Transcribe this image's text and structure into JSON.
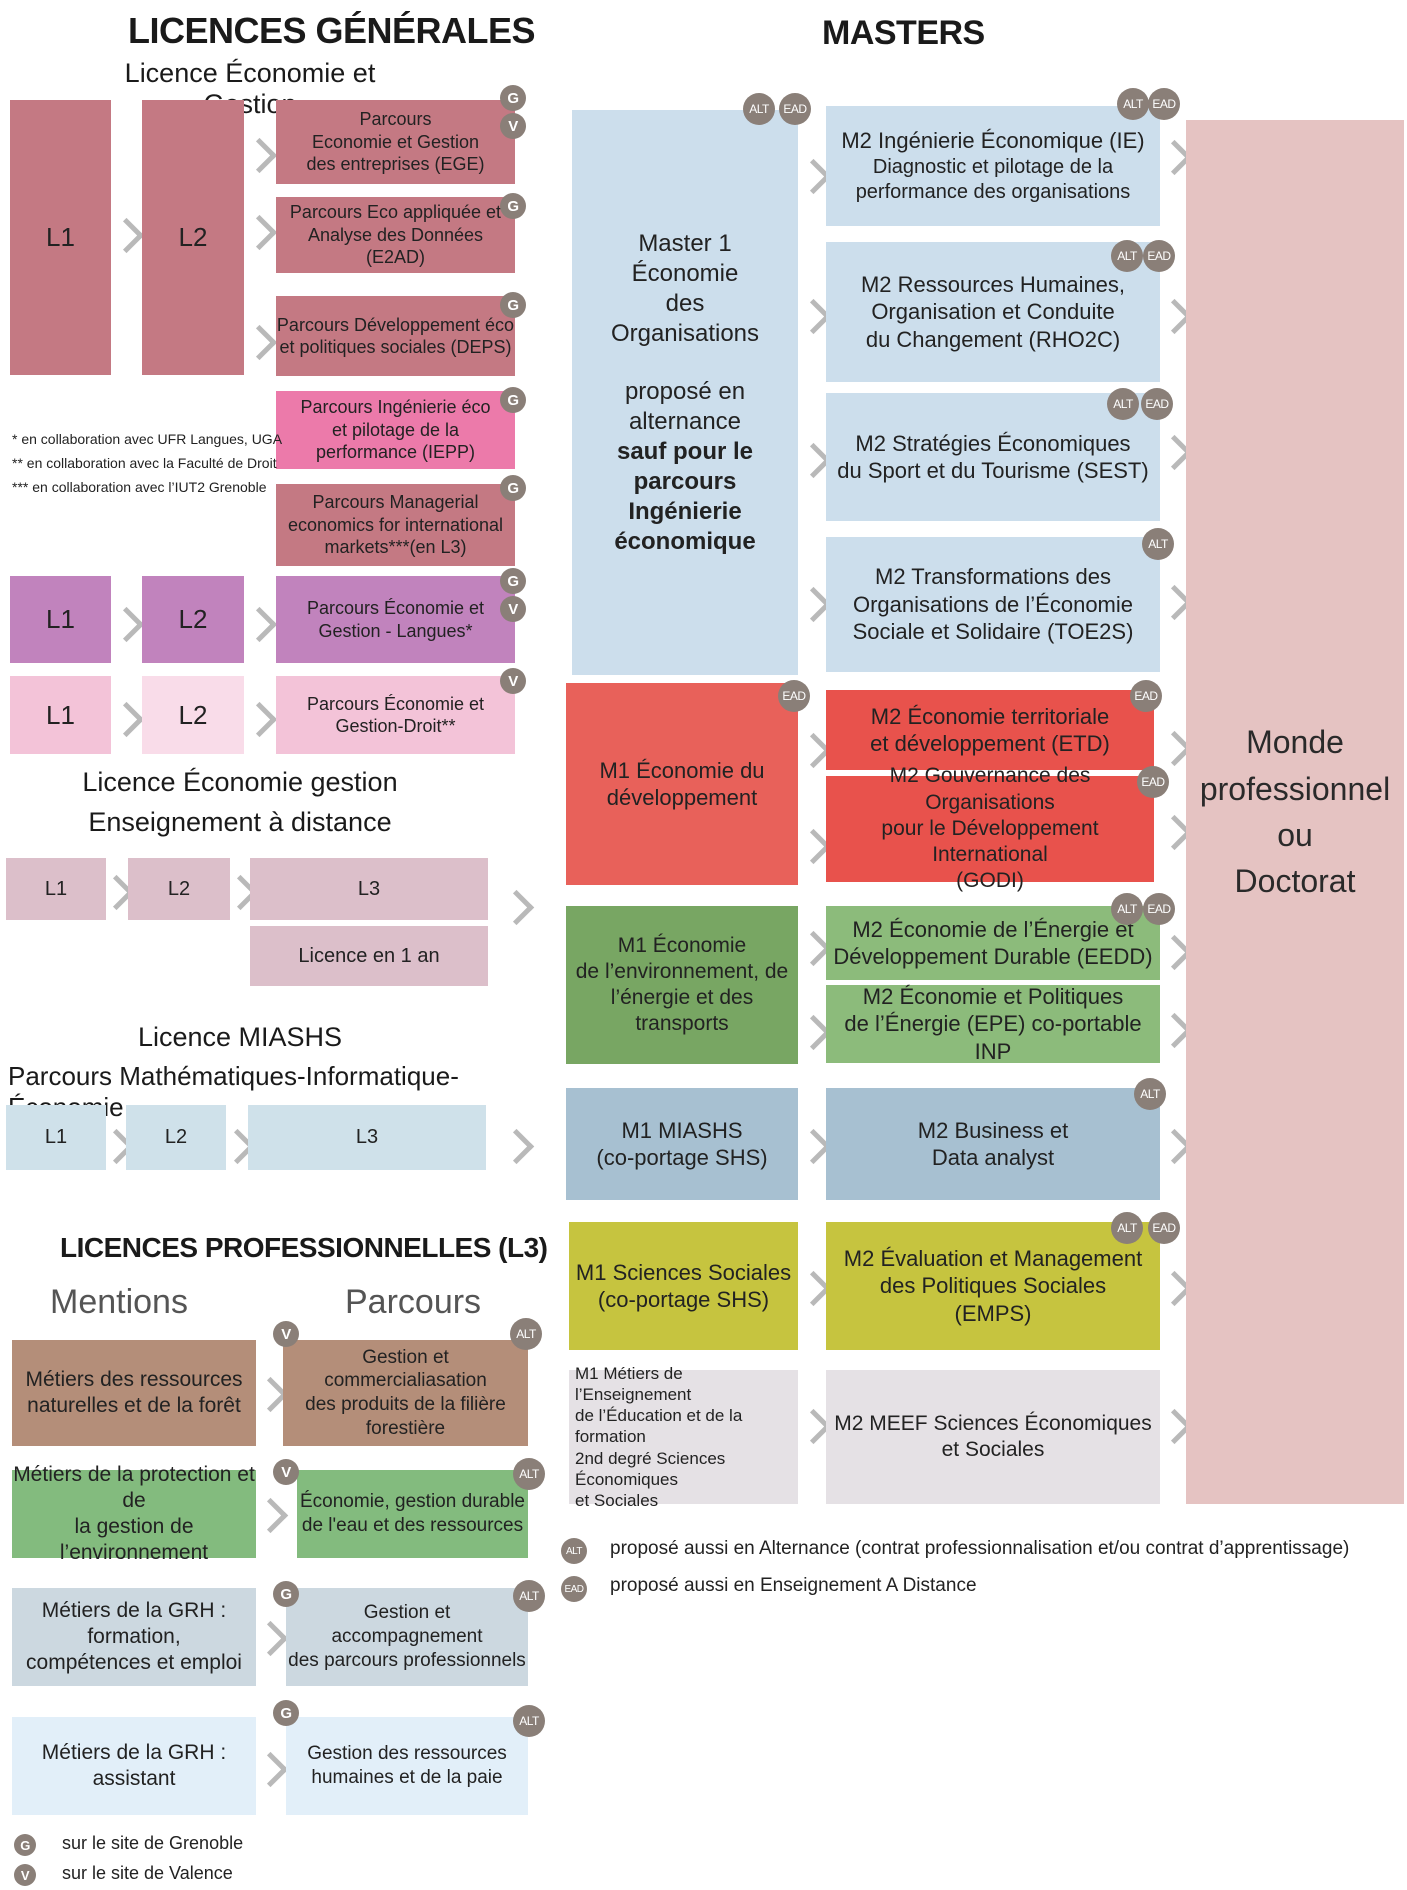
{
  "headers": {
    "licences_generales": "LICENCES GÉNÉRALES",
    "masters": "MASTERS",
    "licence_eg": "Licence  Économie et Gestion",
    "licence_ead_line1": "Licence  Économie gestion",
    "licence_ead_line2": "Enseignement à distance",
    "licence_miashs_line1": "Licence  MIASHS",
    "licence_miashs_line2": "Parcours Mathématiques-Informatique-Économie",
    "licences_pro": "LICENCES PROFESSIONNELLES  (L3)",
    "mentions": "Mentions",
    "parcours": "Parcours"
  },
  "badges": {
    "g": "G",
    "v": "V",
    "alt": "ALT",
    "ead": "EAD"
  },
  "licence": {
    "l1": "L1",
    "l2": "L2",
    "l3": "L3",
    "ege": [
      "Parcours",
      "Economie et Gestion",
      "des entreprises (EGE)"
    ],
    "e2ad": [
      "Parcours Eco appliquée et",
      "Analyse des Données (E2AD)"
    ],
    "deps": [
      "Parcours Développement éco",
      "et politiques sociales (DEPS)"
    ],
    "iepp": [
      "Parcours Ingénierie éco",
      "et pilotage de la",
      "performance (IEPP)"
    ],
    "managerial": [
      "Parcours Managerial",
      "economics for international",
      "markets***(en L3)"
    ],
    "langues": [
      "Parcours Économie et",
      "Gestion - Langues*"
    ],
    "droit": [
      "Parcours Économie et",
      "Gestion-Droit**"
    ],
    "licence_1an": "Licence en 1 an"
  },
  "notes": [
    "* en collaboration avec UFR Langues, UGA",
    "** en collaboration avec la Faculté de Droit",
    "*** en collaboration avec l’IUT2 Grenoble"
  ],
  "masters": {
    "m1_eo": [
      "Master 1",
      "Économie",
      "des",
      "Organisations",
      "",
      "proposé en",
      "alternance"
    ],
    "m1_eo_bold": [
      "sauf pour le",
      "parcours",
      "Ingénierie",
      "économique"
    ],
    "m2_ie": [
      "M2 Ingénierie Économique (IE)",
      "Diagnostic et pilotage de la",
      "performance des organisations"
    ],
    "m2_rho2c": [
      "M2 Ressources Humaines,",
      "Organisation et Conduite",
      "du Changement (RHO2C)"
    ],
    "m2_sest": [
      "M2 Stratégies Économiques",
      "du Sport et du Tourisme (SEST)"
    ],
    "m2_toe2s": [
      "M2 Transformations des",
      "Organisations de l’Économie",
      "Sociale et Solidaire (TOE2S)"
    ],
    "m1_dev": [
      "M1 Économie du",
      "développement"
    ],
    "m2_etd": [
      "M2 Économie territoriale",
      "et développement (ETD)"
    ],
    "m2_godi": [
      "M2  Gouvernance des Organisations",
      "pour le Développement International",
      "(GODI)"
    ],
    "m1_env": [
      "M1 Économie",
      "de l’environnement, de",
      "l’énergie et des transports"
    ],
    "m2_eedd": [
      "M2 Économie de l’Énergie et",
      "Développement Durable (EEDD)"
    ],
    "m2_epe": [
      "M2 Économie et Politiques",
      "de l’Énergie (EPE) co-portable INP"
    ],
    "m1_miashs": [
      "M1 MIASHS",
      "(co-portage SHS)"
    ],
    "m2_bda": [
      "M2 Business et",
      "Data analyst"
    ],
    "m1_ss": [
      "M1 Sciences Sociales",
      "(co-portage SHS)"
    ],
    "m2_emps": [
      "M2 Évaluation et Management",
      "des Politiques Sociales",
      "(EMPS)"
    ],
    "m1_meef": [
      "M1 Métiers de l’Enseignement",
      "de l’Éducation et de la formation",
      "2nd degré Sciences Économiques",
      "et Sociales"
    ],
    "m2_meef": [
      "M2 MEEF Sciences Économiques",
      "et Sociales"
    ],
    "monde": [
      "Monde",
      "professionnel",
      "ou",
      "Doctorat"
    ]
  },
  "pro": {
    "m_forets": [
      "Métiers des ressources",
      "naturelles et de la forêt"
    ],
    "p_forets": [
      "Gestion et commercialiasation",
      "des produits de la filière",
      "forestière"
    ],
    "m_env": [
      "Métiers de la protection et de",
      "la gestion de l’environnement"
    ],
    "p_env": [
      "Économie, gestion durable",
      "de l'eau et des ressources"
    ],
    "m_grh": [
      "Métiers de la GRH : formation,",
      "compétences et emploi"
    ],
    "p_grh": [
      "Gestion et accompagnement",
      "des parcours professionnels"
    ],
    "m_grh_ass": [
      "Métiers de la GRH :",
      "assistant"
    ],
    "p_grh_ass": [
      "Gestion des ressources",
      "humaines et de la paie"
    ]
  },
  "legend": {
    "alt": "proposé aussi en Alternance (contrat professionnalisation et/ou contrat d’apprentissage)",
    "ead": "proposé aussi en Enseignement A Distance",
    "g": "sur le site de Grenoble",
    "v": "sur le site de Valence"
  },
  "colors": {
    "rose_dark": "#c47983",
    "pink_hot": "#ec7aaa",
    "purple": "#c183bd",
    "pink_light": "#f3c3d8",
    "mauve_light": "#dcbfca",
    "blue_light": "#ccdeec",
    "red": "#e8615a",
    "green": "#8cbb7b",
    "green_dark": "#78a663",
    "steel": "#a7c0d1",
    "olive": "#c6c43f",
    "grey_light": "#e5e1e5",
    "monde": "#e5c3c2",
    "brown": "#b48e79",
    "green_pro": "#83bb7e",
    "grey_blue": "#ccd8e0",
    "blue_pale": "#e2eff9",
    "badge": "#8a7f78"
  }
}
